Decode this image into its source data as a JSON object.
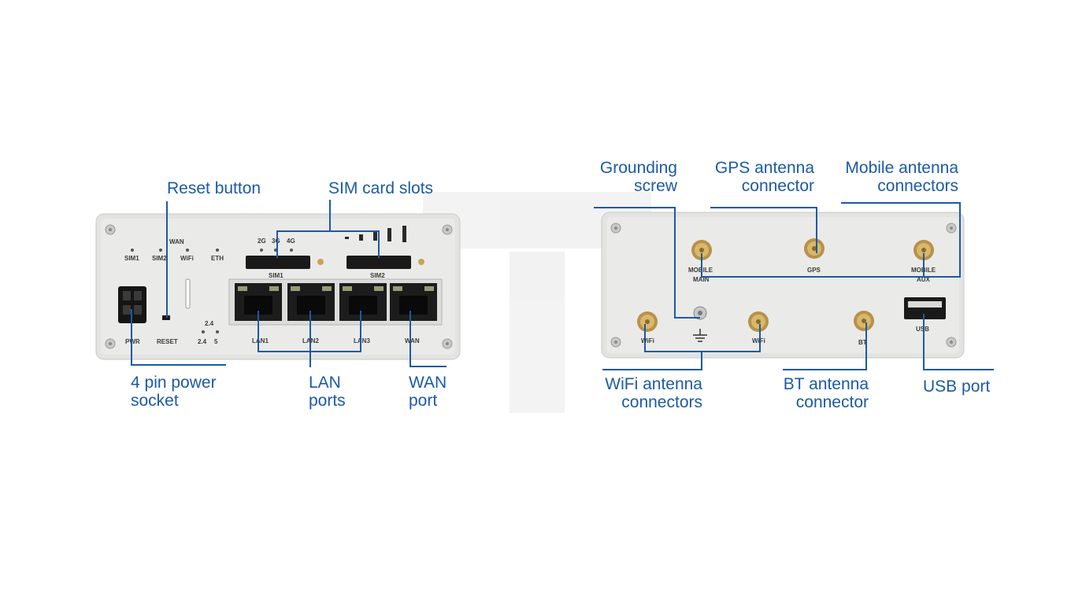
{
  "colors": {
    "callout": "#1b5aa6",
    "panel": "#e4e4e2",
    "port": "#1c1c1c",
    "connector": "#c9a452"
  },
  "front": {
    "callouts": {
      "reset_button": "Reset button",
      "sim_slots": "SIM card slots",
      "power_socket": "4 pin power\nsocket",
      "lan_ports": "LAN\nports",
      "wan_port": "WAN\nport"
    },
    "panel_labels": {
      "sim1": "SIM1",
      "sim2": "SIM2",
      "wan": "WAN",
      "wifi": "WiFi",
      "eth": "ETH",
      "g2": "2G",
      "g3": "3G",
      "g4": "4G",
      "sim1_slot": "SIM1",
      "sim2_slot": "SIM2",
      "pwr": "PWR",
      "reset": "RESET",
      "band_24_top": "2.4",
      "band_24": "2.4",
      "band_5": "5",
      "lan1": "LAN1",
      "lan2": "LAN2",
      "lan3": "LAN3",
      "wan_port": "WAN"
    }
  },
  "rear": {
    "callouts": {
      "grounding_screw": "Grounding\nscrew",
      "gps_antenna": "GPS antenna\nconnector",
      "mobile_antenna": "Mobile antenna\nconnectors",
      "wifi_antenna": "WiFi antenna\nconnectors",
      "bt_antenna": "BT antenna\nconnector",
      "usb_port": "USB port"
    },
    "panel_labels": {
      "mobile_main_1": "MOBILE",
      "mobile_main_2": "MAIN",
      "gps": "GPS",
      "mobile_aux_1": "MOBILE",
      "mobile_aux_2": "AUX",
      "wifi_left": "WiFi",
      "wifi_right": "WiFi",
      "bt": "BT",
      "usb": "USB"
    }
  }
}
